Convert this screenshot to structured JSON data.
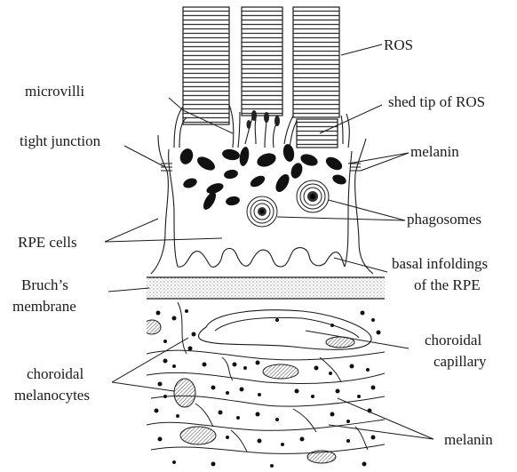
{
  "labels": {
    "ros": "ROS",
    "microvilli": "microvilli",
    "shed_tip": "shed tip of ROS",
    "tight_junction": "tight junction",
    "melanin_top": "melanin",
    "phagosomes": "phagosomes",
    "rpe_cells": "RPE cells",
    "basal_1": "basal infoldings",
    "basal_2": "of the RPE",
    "bruch_1": "Bruch’s",
    "bruch_2": "membrane",
    "choroidal_cap_1": "choroidal",
    "choroidal_cap_2": "capillary",
    "choroidal_mel_1": "choroidal",
    "choroidal_mel_2": "melanocytes",
    "melanin_bottom": "melanin"
  }
}
